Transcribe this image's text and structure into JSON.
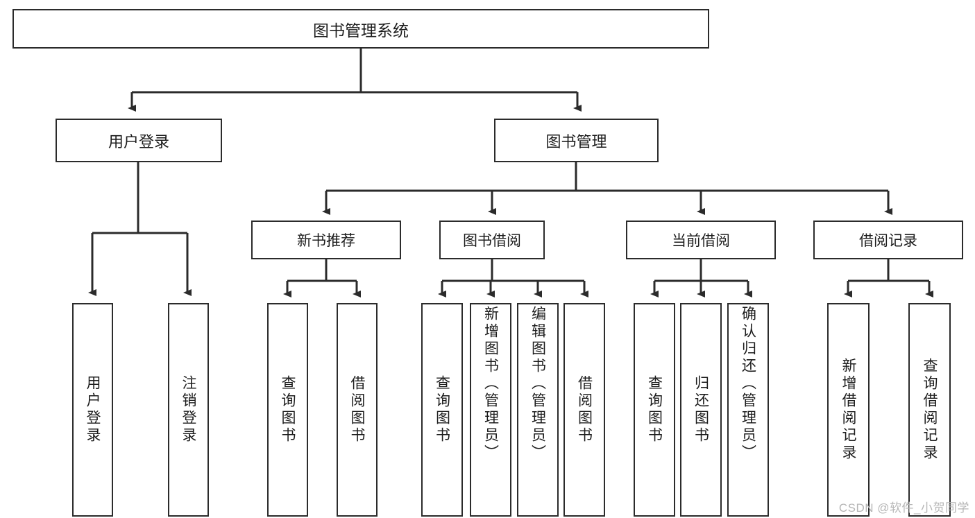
{
  "diagram": {
    "title": "图书管理系统",
    "watermark": "CSDN @软件_小贺同学",
    "colors": {
      "stroke": "#2b2b2b",
      "fill": "#ffffff",
      "text": "#1c1c1c",
      "watermark": "#b6b6b6"
    },
    "root": {
      "label": "图书管理系统"
    },
    "level2": [
      {
        "label": "用户登录"
      },
      {
        "label": "图书管理"
      }
    ],
    "level3": [
      {
        "label": "新书推荐"
      },
      {
        "label": "图书借阅"
      },
      {
        "label": "当前借阅"
      },
      {
        "label": "借阅记录"
      }
    ],
    "leaves": {
      "user_login": [
        {
          "label": "用户登录"
        },
        {
          "label": "注销登录"
        }
      ],
      "new_book_recommend": [
        {
          "label": "查询图书"
        },
        {
          "label": "借阅图书"
        }
      ],
      "book_borrow": [
        {
          "label": "查询图书"
        },
        {
          "label": "新增图书（管理员）"
        },
        {
          "label": "编辑图书（管理员）"
        },
        {
          "label": "借阅图书"
        }
      ],
      "current_borrow": [
        {
          "label": "查询图书"
        },
        {
          "label": "归还图书"
        },
        {
          "label": "确认归还（管理员）"
        }
      ],
      "borrow_record": [
        {
          "label": "新增借阅记录"
        },
        {
          "label": "查询借阅记录"
        }
      ]
    }
  }
}
